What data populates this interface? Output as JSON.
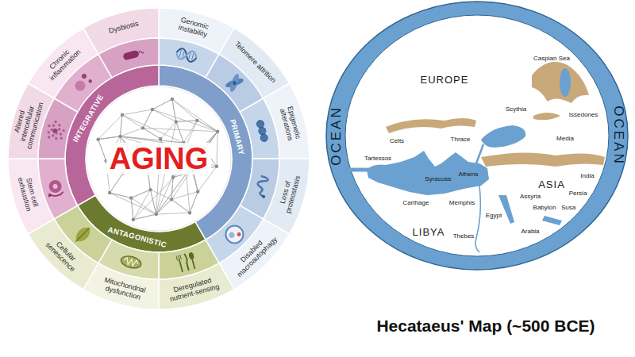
{
  "diagram": {
    "caption": "Hecataeus' Map (~500 BCE)",
    "nodes": [
      {
        "text": [
          "AGING"
        ]
      },
      {
        "text": [
          "PRIMARY"
        ]
      },
      {
        "text": [
          "ANTAGONISTIC"
        ]
      },
      {
        "text": [
          "INTEGRATIVE"
        ]
      },
      {
        "text": [
          "Genomic instability"
        ]
      },
      {
        "text": [
          "Telomere attrition"
        ]
      },
      {
        "text": [
          "Epigenetic alterations"
        ]
      },
      {
        "text": [
          "Loss of proteostasis"
        ]
      },
      {
        "text": [
          "Disabled macroautophagy"
        ]
      },
      {
        "text": [
          "Deregulated nutrient-sensing"
        ]
      },
      {
        "text": [
          "Mitochondrial dysfunction"
        ]
      },
      {
        "text": [
          "Cellular senescence"
        ]
      },
      {
        "text": [
          "Stem cell exhaustion"
        ]
      },
      {
        "text": [
          "Altered intercellular communication"
        ]
      },
      {
        "text": [
          "Chronic inflammation"
        ]
      },
      {
        "text": [
          "Dysbiosis"
        ]
      }
    ],
    "labels": [
      "OCEAN",
      "OCEAN",
      "EUROPE",
      "ASIA",
      "LIBYA",
      "Caspian Sea",
      "Scythia",
      "Celts",
      "Issedones",
      "Media",
      "Tartessos",
      "Thrace",
      "Athens",
      "Syracuse",
      "Carthage",
      "India",
      "Assyria",
      "Babylon",
      "Susa",
      "Persia",
      "Memphis",
      "Egypt",
      "Thebes",
      "Arabia"
    ]
  }
}
